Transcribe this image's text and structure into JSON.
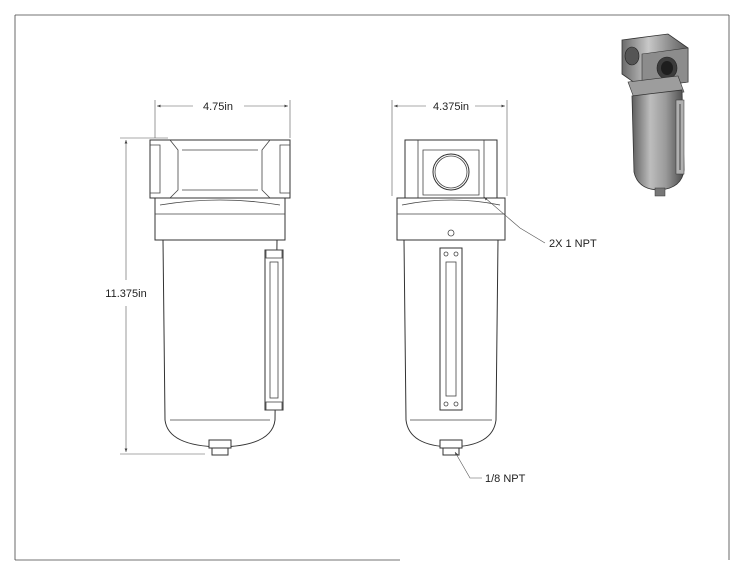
{
  "dimensions": {
    "width_front": "4.75in",
    "width_side": "4.375in",
    "height": "11.375in"
  },
  "callouts": {
    "ports": "2X 1 NPT",
    "drain": "1/8 NPT"
  },
  "colors": {
    "line": "#333333",
    "render_body": "#8a8a8a",
    "render_dark": "#4a4a4a",
    "render_light": "#c4c4c4"
  }
}
